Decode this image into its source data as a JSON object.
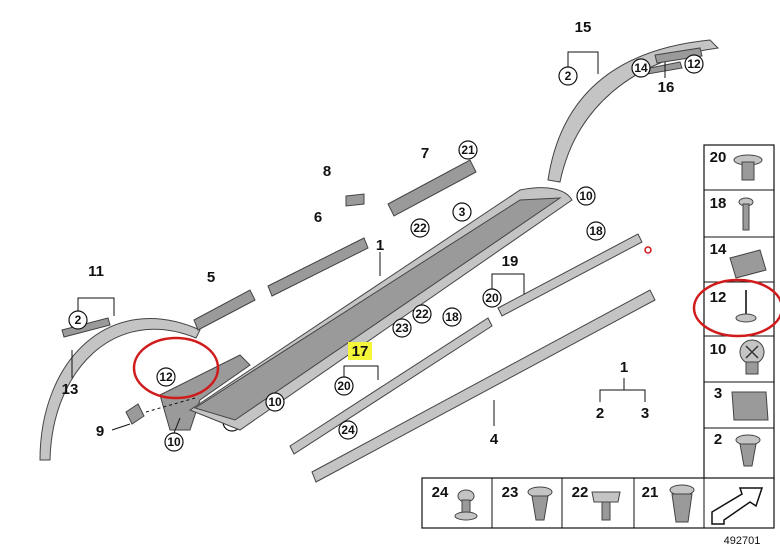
{
  "callouts": {
    "n1": "1",
    "n2": "2",
    "n3": "3",
    "n4": "4",
    "n5": "5",
    "n6": "6",
    "n7": "7",
    "n8": "8",
    "n9": "9",
    "n10": "10",
    "n11": "11",
    "n12": "12",
    "n13": "13",
    "n14": "14",
    "n15": "15",
    "n16": "16",
    "n17": "17",
    "n18": "18",
    "n19": "19",
    "n20": "20",
    "n21": "21",
    "n22": "22",
    "n23": "23",
    "n24": "24"
  },
  "fasteners_right": [
    "20",
    "18",
    "14",
    "12",
    "10",
    "3",
    "2"
  ],
  "fasteners_bottom": [
    "24",
    "23",
    "22",
    "21"
  ],
  "figure_number": "492701",
  "colors": {
    "highlight_box": "#f5f53a",
    "highlight_circle": "#d11a1a"
  }
}
